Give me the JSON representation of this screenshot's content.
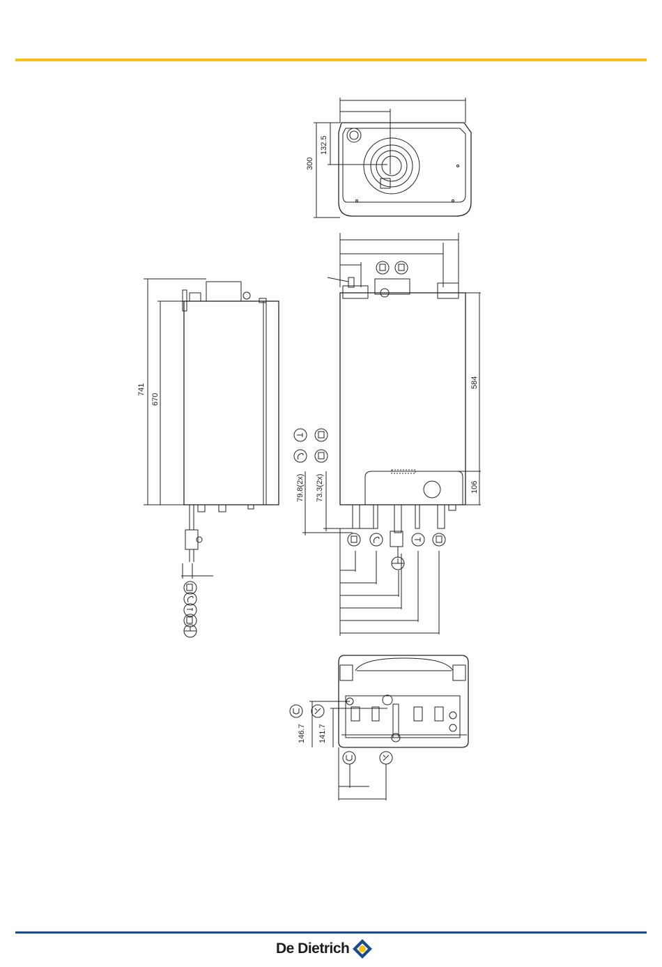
{
  "brand": {
    "name": "De Dietrich"
  },
  "colors": {
    "accent_rule": "#f2c215",
    "footer_rule": "#1b4a8a",
    "logo_diamond": "#1b4a8a",
    "logo_center": "#f2c215"
  },
  "dimensions": {
    "top_view": {
      "depth": "300",
      "flue_offset": "132.5"
    },
    "side_view": {
      "overall_height": "741",
      "body_height": "670"
    },
    "front_view": {
      "upper_height": "584",
      "lower_height": "106",
      "pipe_drop_a": "79.8(2x)",
      "pipe_drop_b": "73.3(2x)"
    },
    "bottom_view": {
      "drop_a": "146.7",
      "drop_b": "141.7"
    }
  },
  "icons": [
    "heating-flow-icon",
    "gas-icon",
    "dhw-outlet-icon",
    "heating-return-icon",
    "drain-valve-icon",
    "siphon-icon",
    "safety-valve-icon"
  ]
}
